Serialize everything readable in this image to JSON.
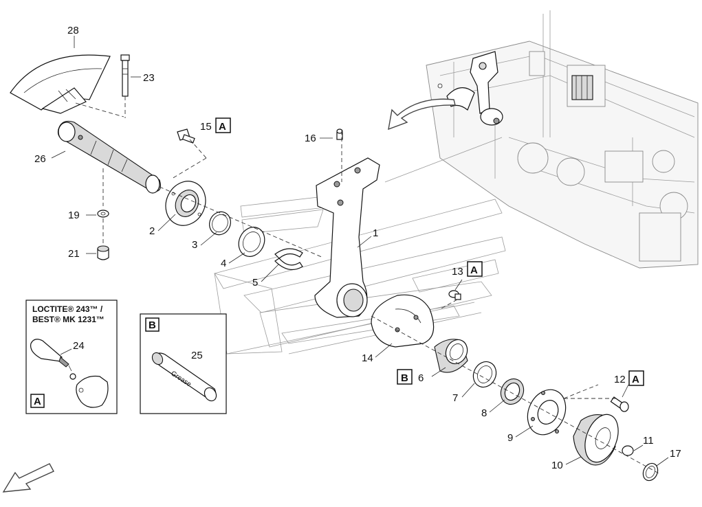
{
  "callouts": [
    {
      "id": "c28",
      "text": "28"
    },
    {
      "id": "c23",
      "text": "23"
    },
    {
      "id": "c26",
      "text": "26"
    },
    {
      "id": "c15",
      "text": "15"
    },
    {
      "id": "c16",
      "text": "16"
    },
    {
      "id": "c19",
      "text": "19"
    },
    {
      "id": "c21",
      "text": "21"
    },
    {
      "id": "c2",
      "text": "2"
    },
    {
      "id": "c3",
      "text": "3"
    },
    {
      "id": "c4",
      "text": "4"
    },
    {
      "id": "c5",
      "text": "5"
    },
    {
      "id": "c1",
      "text": "1"
    },
    {
      "id": "c13",
      "text": "13"
    },
    {
      "id": "c14",
      "text": "14"
    },
    {
      "id": "c6",
      "text": "6"
    },
    {
      "id": "c7",
      "text": "7"
    },
    {
      "id": "c8",
      "text": "8"
    },
    {
      "id": "c9",
      "text": "9"
    },
    {
      "id": "c10",
      "text": "10"
    },
    {
      "id": "c11",
      "text": "11"
    },
    {
      "id": "c12",
      "text": "12"
    },
    {
      "id": "c17",
      "text": "17"
    },
    {
      "id": "c24",
      "text": "24"
    },
    {
      "id": "c25",
      "text": "25"
    }
  ],
  "ref_boxes": {
    "a": "A",
    "b": "B"
  },
  "legend_a": {
    "line1": "LOCTITE® 243™ /",
    "line2": "BEST® MK 1231™",
    "box_label": "A"
  },
  "legend_b": {
    "box_label": "B",
    "grease_text": "Grease"
  }
}
